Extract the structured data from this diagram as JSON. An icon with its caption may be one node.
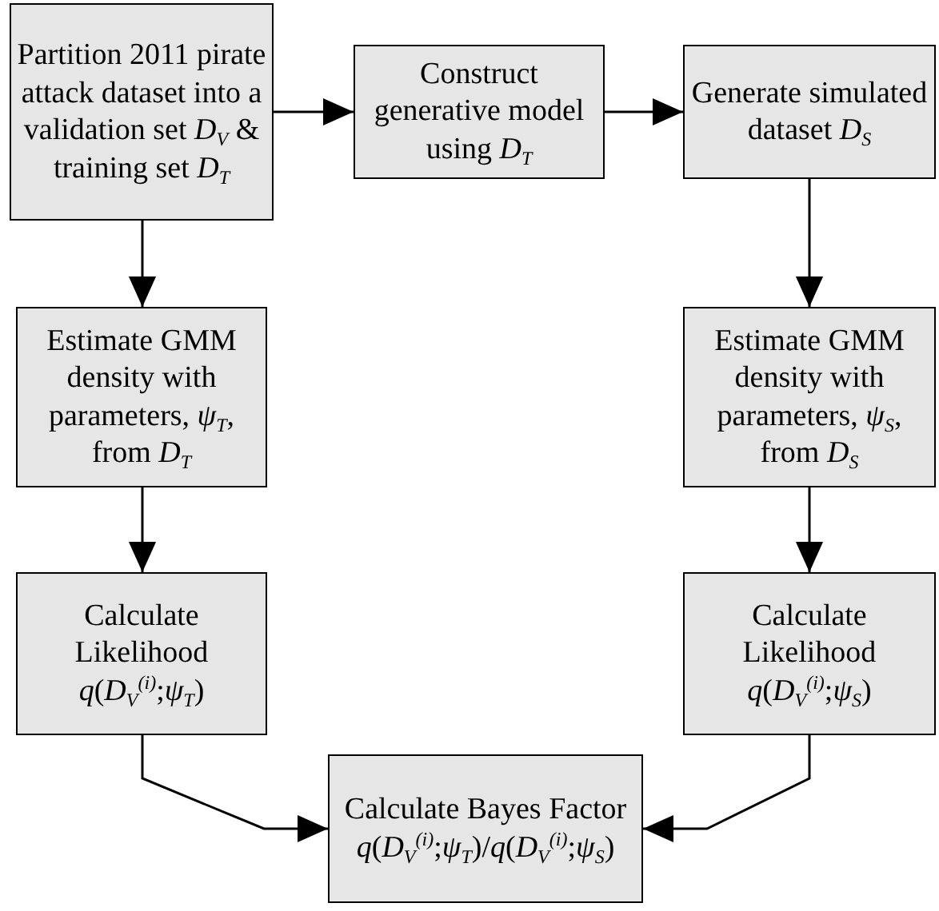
{
  "diagram": {
    "nodes": [
      {
        "text": [
          "Partition 2011 pirate attack dataset into a validation set *D*$_{V}$ & training set *D*$_{T}$"
        ]
      },
      {
        "text": [
          "Construct generative model using *D*$_{T}$"
        ]
      },
      {
        "text": [
          "Generate simulated dataset *D*$_{S}$"
        ]
      },
      {
        "text": [
          "Estimate GMM density with parameters, *ψ*$_{T}$, from *D*$_{T}$"
        ]
      },
      {
        "text": [
          "Estimate GMM density with parameters, *ψ*$_{S}$, from *D*$_{S}$"
        ]
      },
      {
        "text": [
          "Calculate Likelihood *q*(*D*$_{V}$$^{(i)}$;*ψ*$_{T}$)"
        ]
      },
      {
        "text": [
          "Calculate Likelihood *q*(*D*$_{V}$$^{(i)}$;*ψ*$_{S}$)"
        ]
      },
      {
        "text": [
          "Calculate Bayes Factor *q*(*D*$_{V}$$^{(i)}$;*ψ*$_{T}$)/*q*(*D*$_{V}$$^{(i)}$;*ψ*$_{S}$)"
        ]
      }
    ],
    "edges": [
      {
        "from": 0,
        "to": 1,
        "arrow": "to"
      },
      {
        "from": 1,
        "to": 2,
        "arrow": "to"
      },
      {
        "from": 0,
        "to": 3,
        "arrow": "to"
      },
      {
        "from": 2,
        "to": 4,
        "arrow": "to"
      },
      {
        "from": 3,
        "to": 5,
        "arrow": "to"
      },
      {
        "from": 4,
        "to": 6,
        "arrow": "to"
      },
      {
        "from": 5,
        "to": 7,
        "arrow": "to"
      },
      {
        "from": 6,
        "to": 7,
        "arrow": "to"
      }
    ]
  }
}
